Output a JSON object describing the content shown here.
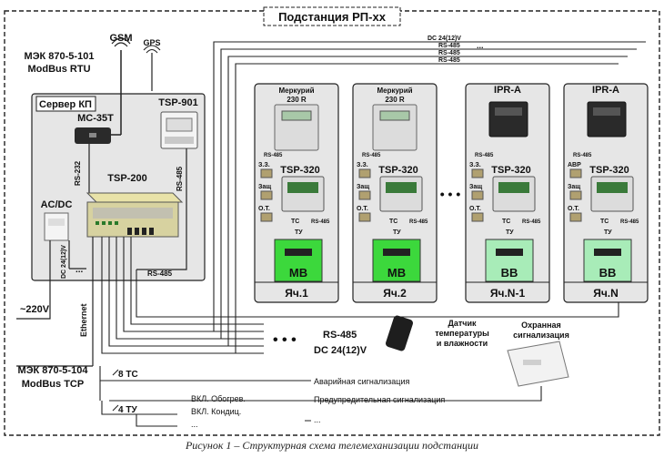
{
  "title": "Подстанция РП-хх",
  "caption": "Рисунок 1 – Структурная схема телемеханизации подстанции",
  "protocols": {
    "top_line1": "МЭК 870-5-101",
    "top_line2": "ModBus RTU",
    "bottom_line1": "МЭК 870-5-104",
    "bottom_line2": "ModBus TCP"
  },
  "antennas": {
    "gsm": "GSM",
    "gps": "GPS"
  },
  "server": {
    "title": "Сервер КП",
    "mc35": "MC-35T",
    "tsp901": "TSP-901",
    "tsp200": "TSP-200",
    "acdc": "AC/DC",
    "rs232": "RS-232",
    "rs485_right": "RS-485",
    "rs485_bottom": "RS-485",
    "dc_label": "DC 24(12)V"
  },
  "power_in": "~220V",
  "ethernet": "Ethernet",
  "bus_labels": {
    "dc": "DC 24(12)V",
    "rs485_a": "RS-485",
    "rs485_b": "RS-485",
    "rs485_c": "RS-485",
    "ellipsis": "..."
  },
  "cells": [
    {
      "meter": "Меркурий",
      "meter_sub": "230 R",
      "controller": "TSP-320",
      "inputs": [
        "З.З.",
        "Защ",
        "О.Т."
      ],
      "switch": "МВ",
      "name": "Яч.1",
      "switch_color": "#3cd83c"
    },
    {
      "meter": "Меркурий",
      "meter_sub": "230 R",
      "controller": "TSP-320",
      "inputs": [
        "З.З.",
        "Защ",
        "О.Т."
      ],
      "switch": "МВ",
      "name": "Яч.2",
      "switch_color": "#3cd83c"
    },
    {
      "meter": "IPR-A",
      "meter_sub": "",
      "controller": "TSP-320",
      "inputs": [
        "З.З.",
        "Защ",
        "О.Т."
      ],
      "switch": "ВВ",
      "name": "Яч.N-1",
      "switch_color": "#a8ecb8"
    },
    {
      "meter": "IPR-A",
      "meter_sub": "",
      "controller": "TSP-320",
      "inputs": [
        "АВР",
        "Защ",
        "О.Т."
      ],
      "switch": "ВВ",
      "name": "Яч.N",
      "switch_color": "#a8ecb8"
    }
  ],
  "cell_signals": {
    "rs485": "RS-485",
    "tc": "ТС",
    "ty": "ТУ"
  },
  "cells_gap": "• • •",
  "sensor": {
    "label": "Датчик температуры и влажности"
  },
  "bus_bottom": {
    "rs485": "RS-485",
    "dc": "DC 24(12)V",
    "dots": "• • •"
  },
  "security": {
    "label": "Охранная сигнализация"
  },
  "tc_count": "8 ТС",
  "ty_count": "4 ТУ",
  "alarms": [
    "Аварийная сигнализация",
    "Предупредительная сигнализация",
    "..."
  ],
  "controls": [
    "ВКЛ. Обогрев.",
    "ВКЛ. Кондиц.",
    "..."
  ]
}
